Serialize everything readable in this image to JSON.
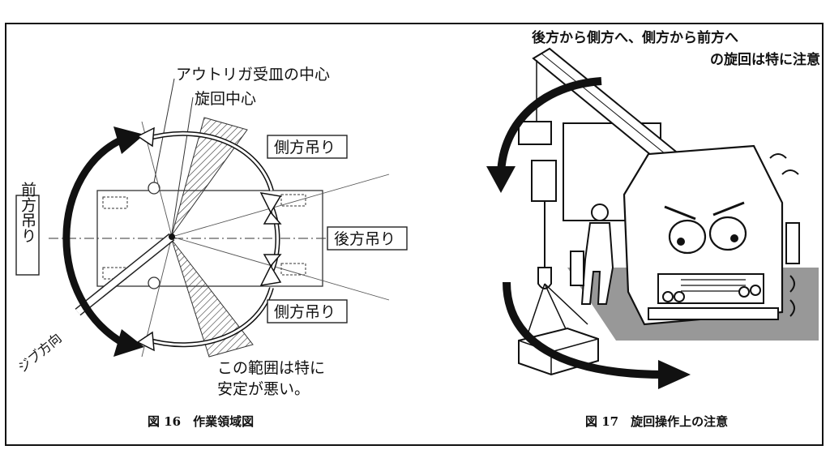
{
  "fig16": {
    "caption": "図 16　作業領域図",
    "label_outrigger_center": "アウトリガ受皿の中心",
    "label_swing_center": "旋回中心",
    "label_side_top": "側方吊り",
    "label_side_bottom": "側方吊り",
    "label_rear": "後方吊り",
    "label_front": "前方吊り",
    "label_jib": "ジブ方向",
    "note_line1": "この範囲は特に",
    "note_line2": "安定が悪い。"
  },
  "fig17": {
    "caption": "図 17　旋回操作上の注意",
    "warning_line1": "後方から側方へ、側方から前方へ",
    "warning_line2": "の旋回は特に注意"
  }
}
